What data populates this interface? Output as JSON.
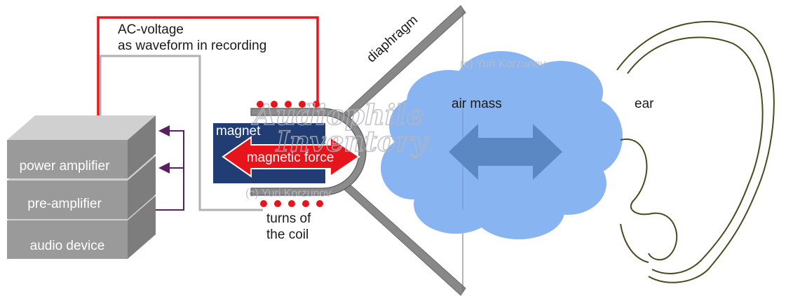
{
  "labels": {
    "ac_voltage_line1": "AC-voltage",
    "ac_voltage_line2": "as waveform in recording",
    "diaphragm": "diaphragm",
    "air_mass": "air mass",
    "ear": "ear",
    "magnet": "magnet",
    "magnetic_force": "magnetic force",
    "coil_line1": "turns of",
    "coil_line2": "the coil"
  },
  "devices": {
    "power_amplifier": "power amplifier",
    "pre_amplifier": "pre-amplifier",
    "audio_device": "audio device"
  },
  "watermarks": {
    "copyright_top": "(c) Yuri Korzunov",
    "copyright_mid": "(c) Yuri Korzunov",
    "brand_line1": "Audiophile",
    "brand_line2": "Inventory"
  },
  "colors": {
    "signal_wire": "#e8141c",
    "return_wire": "#b0b0b0",
    "feedback_arrow": "#5a1f5e",
    "magnet": "#223d74",
    "force_arrow": "#e8141c",
    "air_cloud": "#88b4f2",
    "air_arrow": "#5b88c3",
    "diaphragm": "#888888",
    "ear_outline": "#4a4a1e",
    "device_box": "#999999"
  }
}
